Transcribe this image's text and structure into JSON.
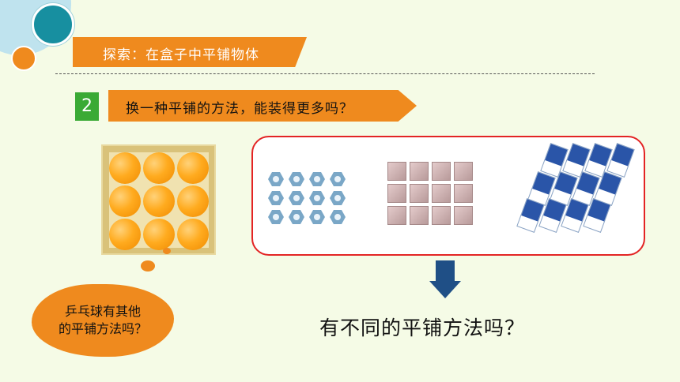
{
  "header": {
    "title": "探索：在盒子中平铺物体"
  },
  "step": {
    "number": "2",
    "text": "换一种平铺的方法，能装得更多吗？"
  },
  "bubble": {
    "line1": "乒乓球有其他",
    "line2": "的平铺方法吗？"
  },
  "question": "有不同的平铺方法吗？",
  "icons": {
    "nuts": "hex-nut-icon",
    "cubes": "cube-icon",
    "erasers": "eraser-icon",
    "arrow": "arrow-down-icon",
    "balls": "ping-pong-ball-icon"
  },
  "colors": {
    "accent": "#ef8a1e",
    "step_green": "#3aaa35",
    "frame_red": "#e32424",
    "arrow_blue": "#1f4f86"
  }
}
